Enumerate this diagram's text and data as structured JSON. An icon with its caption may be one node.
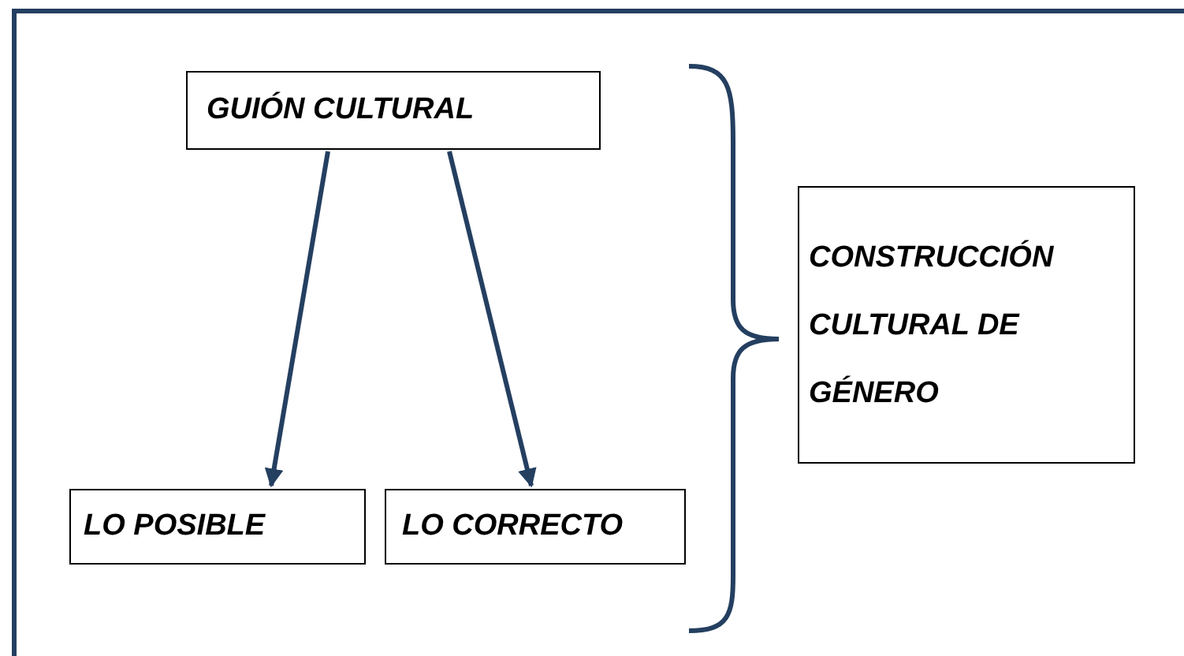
{
  "diagram": {
    "nodes": [
      {
        "text": [
          "GUIÓN CULTURAL"
        ]
      },
      {
        "text": [
          "LO POSIBLE"
        ]
      },
      {
        "text": [
          "LO CORRECTO"
        ]
      },
      {
        "text": [
          "CONSTRUCCIÓN CULTURAL DE GÉNERO"
        ]
      }
    ],
    "edges": [
      {
        "from": 0,
        "to": 1,
        "arrow": "to"
      },
      {
        "from": 0,
        "to": 2,
        "arrow": "to"
      }
    ]
  }
}
